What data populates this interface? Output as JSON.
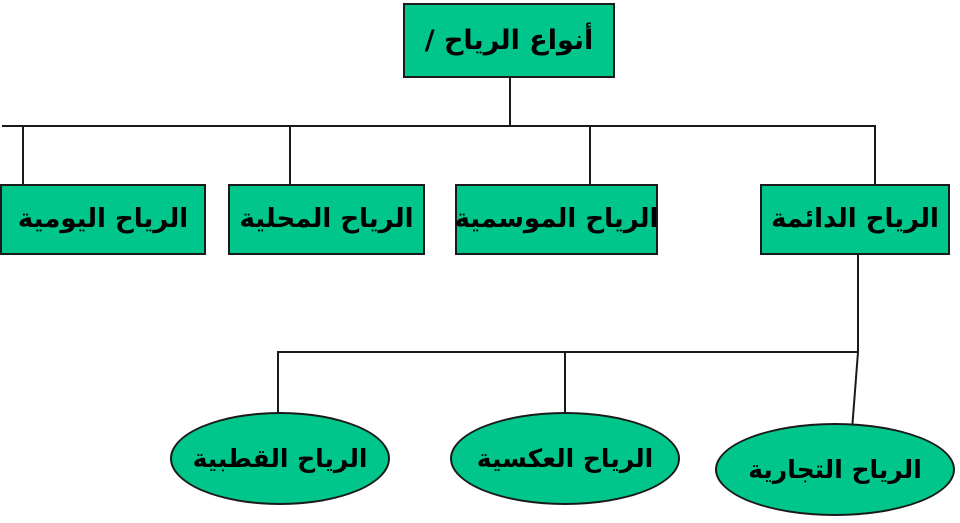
{
  "diagram": {
    "title": "أنواع الرياح",
    "language": "ar",
    "direction": "rtl",
    "colors": {
      "node_fill": "#00c68b",
      "node_stroke": "#1a1a1a",
      "connector": "#1a1a1a",
      "text": "#000000",
      "background": "#ffffff"
    },
    "nodes": {
      "root": {
        "label": "أنواع الرياح /",
        "shape": "rectangle",
        "level": 0
      },
      "daily": {
        "label": "الرياح اليومية",
        "shape": "rectangle",
        "level": 1
      },
      "local": {
        "label": "الرياح المحلية",
        "shape": "rectangle",
        "level": 1
      },
      "seasonal": {
        "label": "الرياح الموسمية",
        "shape": "rectangle",
        "level": 1
      },
      "permanent": {
        "label": "الرياح الدائمة",
        "shape": "rectangle",
        "level": 1
      },
      "polar": {
        "label": "الرياح القطبية",
        "shape": "ellipse",
        "level": 2
      },
      "westerlies": {
        "label": "الرياح العكسية",
        "shape": "ellipse",
        "level": 2
      },
      "trade": {
        "label": "الرياح التجارية",
        "shape": "ellipse",
        "level": 2
      }
    },
    "edges": [
      {
        "from": "root",
        "to": "daily"
      },
      {
        "from": "root",
        "to": "local"
      },
      {
        "from": "root",
        "to": "seasonal"
      },
      {
        "from": "root",
        "to": "permanent"
      },
      {
        "from": "permanent",
        "to": "polar"
      },
      {
        "from": "permanent",
        "to": "westerlies"
      },
      {
        "from": "permanent",
        "to": "trade"
      }
    ]
  }
}
